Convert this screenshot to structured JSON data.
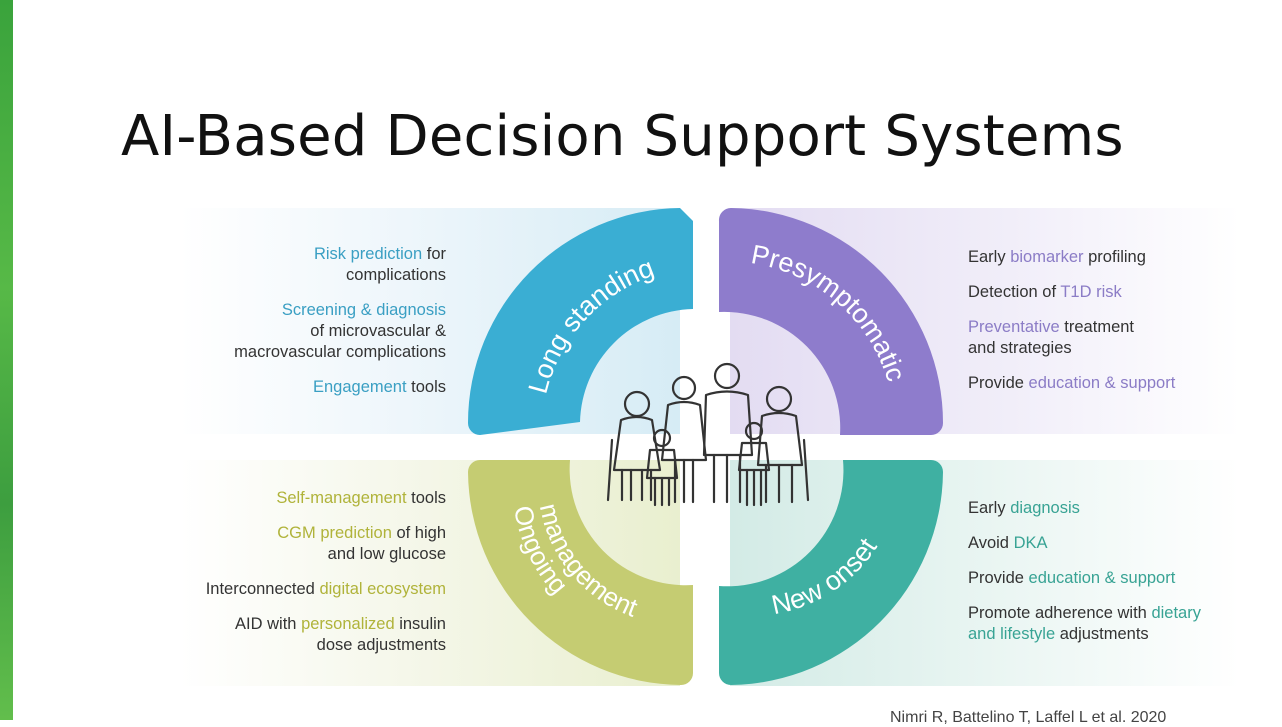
{
  "title": "AI-Based Decision Support Systems",
  "colors": {
    "long_standing": "#3aaed3",
    "presymptomatic": "#8e7ccc",
    "ongoing": "#c5cc72",
    "new_onset": "#3fb0a2"
  },
  "quadrants": {
    "long_standing": {
      "label": "Long standing",
      "items": [
        {
          "hl": "Risk prediction",
          "a": " for",
          "b": "complications"
        },
        {
          "hl": "Screening & diagnosis",
          "a": "",
          "b": "of microvascular &",
          "c": "macrovascular complications"
        },
        {
          "hl": "Engagement",
          "a": " tools"
        }
      ]
    },
    "presymptomatic": {
      "label": "Presymptomatic",
      "items": [
        {
          "pre": "Early ",
          "hl": "biomarker",
          "post": " profiling"
        },
        {
          "pre": "Detection of ",
          "hl": "T1D risk",
          "post": ""
        },
        {
          "pre": "",
          "hl": "Preventative",
          "post": " treatment",
          "b": "and strategies"
        },
        {
          "pre": "Provide ",
          "hl": "education & support",
          "post": ""
        }
      ]
    },
    "ongoing": {
      "label_1": "Ongoing",
      "label_2": "management",
      "items": [
        {
          "pre": "",
          "hl": "Self-management",
          "post": " tools"
        },
        {
          "pre": "",
          "hl": "CGM prediction",
          "post": " of high",
          "b": "and low glucose"
        },
        {
          "pre": "Interconnected ",
          "hl": "digital ecosystem",
          "post": ""
        },
        {
          "pre": "AID with ",
          "hl": "personalized",
          "post": " insulin",
          "b": "dose adjustments"
        }
      ]
    },
    "new_onset": {
      "label": "New onset",
      "items": [
        {
          "pre": "Early ",
          "hl": "diagnosis",
          "post": ""
        },
        {
          "pre": "Avoid ",
          "hl": "DKA",
          "post": ""
        },
        {
          "pre": "Provide ",
          "hl": "education & support",
          "post": ""
        },
        {
          "pre": "Promote adherence with ",
          "hl": "dietary",
          "post": "",
          "b_hl": "and lifestyle",
          "b_post": " adjustments"
        }
      ]
    }
  },
  "citation": "Nimri R, Battelino T, Laffel L et al. 2020"
}
